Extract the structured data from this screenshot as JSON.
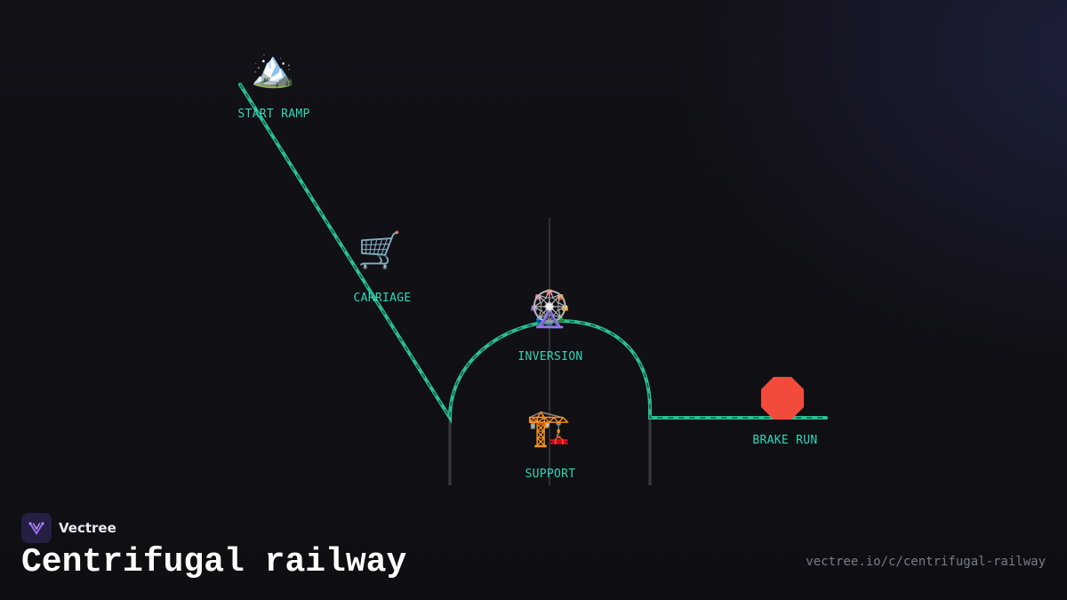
{
  "diagram": {
    "nodes": [
      {
        "id": "start-ramp",
        "label": "START RAMP",
        "icon": "mountain-icon",
        "glyph": "🏔️"
      },
      {
        "id": "carriage",
        "label": "CARRIAGE",
        "icon": "shopping-cart-icon",
        "glyph": "🛒"
      },
      {
        "id": "inversion",
        "label": "INVERSION",
        "icon": "ferris-wheel-icon",
        "glyph": "🎡"
      },
      {
        "id": "support",
        "label": "SUPPORT",
        "icon": "construction-crane-icon",
        "glyph": "🏗️"
      },
      {
        "id": "brake-run",
        "label": "BRAKE RUN",
        "icon": "stop-sign-icon",
        "glyph": "🛑"
      }
    ],
    "colors": {
      "track": "#2bbf93",
      "label": "#2fd6b6",
      "posts": "#3a3a3e",
      "background": "#111116"
    }
  },
  "brand": {
    "name": "Vectree",
    "logo_icon": "vectree-logo-icon"
  },
  "title": "Centrifugal railway",
  "url": "vectree.io/c/centrifugal-railway"
}
